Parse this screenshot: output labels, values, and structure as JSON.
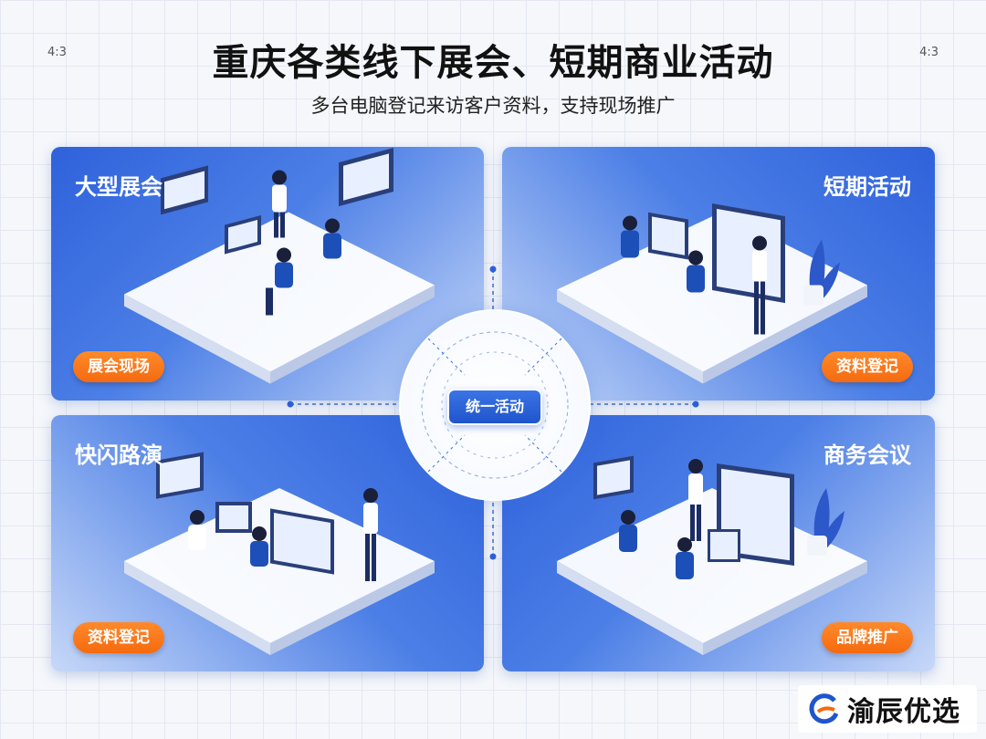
{
  "corner_label_left": "4:3",
  "corner_label_right": "4:3",
  "title": "重庆各类线下展会、短期商业活动",
  "subtitle": "多台电脑登记来访客户资料，支持现场推广",
  "center_label": "统一活动",
  "panels": [
    {
      "title": "大型展会",
      "tag": "展会现场"
    },
    {
      "title": "短期活动",
      "tag": "资料登记"
    },
    {
      "title": "快闪路演",
      "tag": "资料登记"
    },
    {
      "title": "商务会议",
      "tag": "品牌推广"
    }
  ],
  "brand": {
    "name": "渝辰优选",
    "icon": "brand-logo-icon"
  },
  "colors": {
    "panel_blue": "#2f62db",
    "tag_orange": "#f56a0f",
    "accent_blue": "#1f55cc"
  }
}
